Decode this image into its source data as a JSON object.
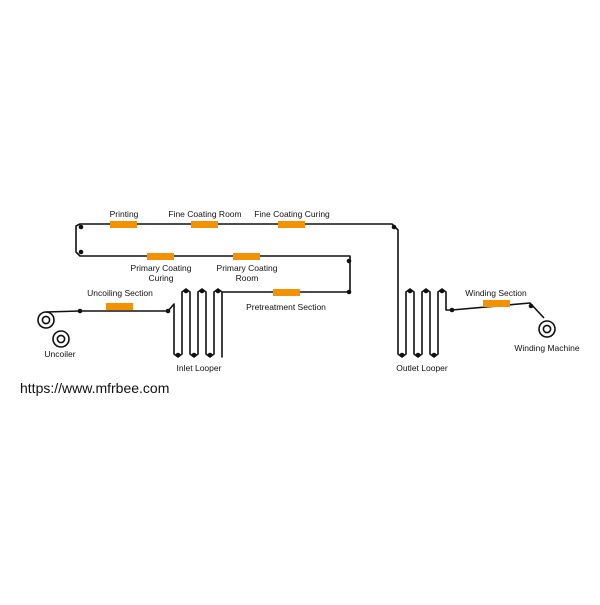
{
  "diagram": {
    "labels": {
      "printing": "Printing",
      "fine_coating_room": "Fine Coating Room",
      "fine_coating_curing": "Fine Coating Curing",
      "primary_coating_curing_1": "Primary Coating",
      "primary_coating_curing_2": "Curing",
      "primary_coating_room_1": "Primary Coating",
      "primary_coating_room_2": "Room",
      "uncoiling_section": "Uncoiling Section",
      "pretreatment_section": "Pretreatment Section",
      "winding_section": "Winding Section",
      "uncoiler": "Uncoiler",
      "inlet_looper": "Inlet Looper",
      "outlet_looper": "Outlet Looper",
      "winding_machine": "Winding Machine"
    },
    "watermark": "https://www.mfrbee.com",
    "colors": {
      "line": "#111111",
      "unit": "#f39200",
      "background": "#ffffff"
    }
  }
}
